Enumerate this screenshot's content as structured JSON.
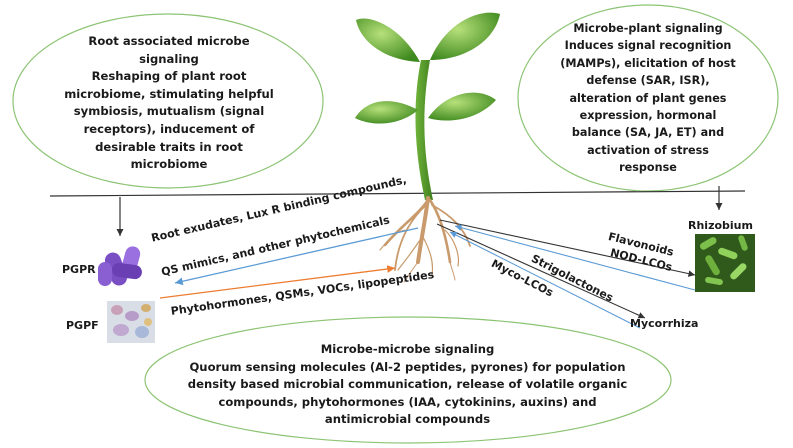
{
  "left_ellipse": {
    "title": "Root associated microbe signaling",
    "body": "Reshaping of plant root microbiome, stimulating helpful symbiosis, mutualism (signal receptors), inducement of desirable traits in root microbiome"
  },
  "right_ellipse": {
    "title": "Microbe-plant signaling",
    "body": "Induces signal recognition (MAMPs), elicitation of host defense (SAR, ISR), alteration of plant genes expression, hormonal balance (SA, JA, ET) and activation of stress response"
  },
  "bottom_ellipse": {
    "title": "Microbe-microbe signaling",
    "body": "Quorum sensing molecules (Al-2 peptides, pyrones) for population density based microbial communication, release of volatile organic compounds, phytohormones (IAA, cytokinins, auxins) and antimicrobial compounds"
  },
  "organisms": {
    "pgpr": "PGPR",
    "pgpf": "PGPF",
    "rhizobium": "Rhizobium",
    "mycorrhiza": "Mycorrhiza"
  },
  "arrow_labels": {
    "root_exudates_line1": "Root exudates, Lux R binding compounds,",
    "root_exudates_line2": "QS mimics, and other phytochemicals",
    "phytohormones": "Phytohormones, QSMs, VOCs, lipopeptides",
    "flavonoids": "Flavonoids",
    "nod_lcos": "NOD-LCOs",
    "strigolactones": "Strigolactones",
    "myco_lcos": "Myco-LCOs"
  },
  "colors": {
    "ellipse_border": "#8cc474",
    "blue_arrow": "#5b9bd5",
    "orange_arrow": "#ed7d31",
    "ground_line": "#333333",
    "leaf_green": "#5aa02c",
    "pgpr_purple": "#7b4fc4",
    "rhizobium_green": "#4a8a2a"
  }
}
